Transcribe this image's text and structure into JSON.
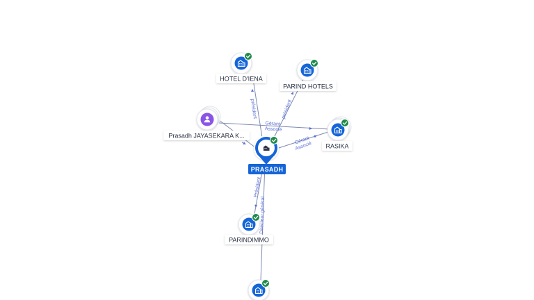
{
  "colors": {
    "company": "#1565d8",
    "person": "#8a55e6",
    "verified": "#1f8a4c",
    "edge": "#7e8ab0",
    "edge_label": "#5b6fd6"
  },
  "nodes": {
    "hotel_diena": {
      "label": "HOTEL D'IENA",
      "type": "company",
      "icon": "building-icon",
      "verified": true
    },
    "parind_hotels": {
      "label": "PARIND HOTELS",
      "type": "company",
      "icon": "building-icon",
      "verified": true
    },
    "person": {
      "label": "Prasadh JAYASEKARA K...",
      "type": "person",
      "icon": "person-icon",
      "verified": false
    },
    "rasika": {
      "label": "RASIKA",
      "type": "company",
      "icon": "building-icon",
      "verified": true
    },
    "prasadh": {
      "label": "PRASADH",
      "type": "company-main",
      "icon": "building-icon",
      "verified": true
    },
    "parindimmo": {
      "label": "PARINDIMMO",
      "type": "company",
      "icon": "building-icon",
      "verified": true
    },
    "bottom": {
      "label": "",
      "type": "company",
      "icon": "building-icon",
      "verified": true
    }
  },
  "edges": {
    "e1": {
      "label": "président"
    },
    "e2": {
      "label": "président"
    },
    "e3a": {
      "label": "Gérant"
    },
    "e3b": {
      "label": "Associé"
    },
    "e4a": {
      "label": "Gérant"
    },
    "e4b": {
      "label": "Associé"
    },
    "e5": {
      "label": "Président"
    },
    "e6": {
      "label": "Directeur général"
    }
  }
}
